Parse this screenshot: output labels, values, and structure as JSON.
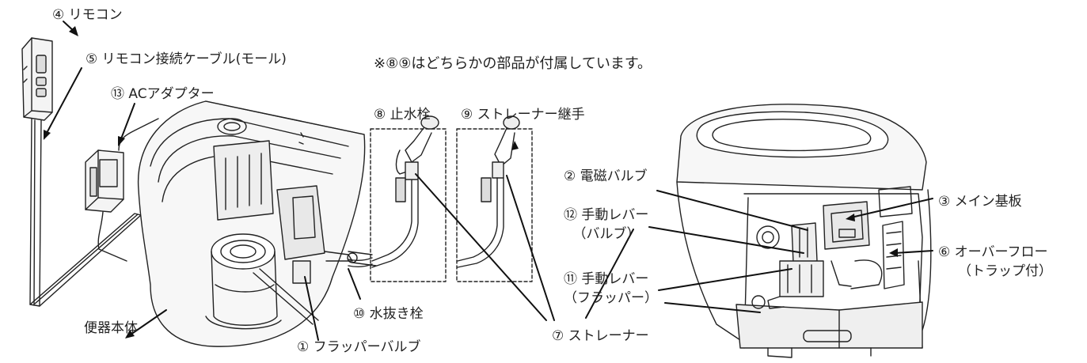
{
  "note": "※⑧⑨はどちらかの部品が付属しています。",
  "labels": {
    "remote": "④ リモコン",
    "remote_cable": "⑤ リモコン接続ケーブル(モール)",
    "ac_adapter": "⑬ ACアダプター",
    "stop_valve": "⑧ 止水栓",
    "strainer_joint": "⑨ ストレーナー継手",
    "toilet_body": "便器本体",
    "flapper_valve": "① フラッパーバルブ",
    "drain_plug": "⑩ 水抜き栓",
    "strainer": "⑦ ストレーナー",
    "solenoid_valve": "② 電磁バルブ",
    "manual_lever_valve": "⑫ 手動レバー",
    "manual_lever_valve_sub": "（バルブ）",
    "manual_lever_flapper": "⑪ 手動レバー",
    "manual_lever_flapper_sub": "（フラッパー）",
    "main_board": "③ メイン基板",
    "overflow": "⑥ オーバーフロー",
    "overflow_sub": "（トラップ付）"
  }
}
